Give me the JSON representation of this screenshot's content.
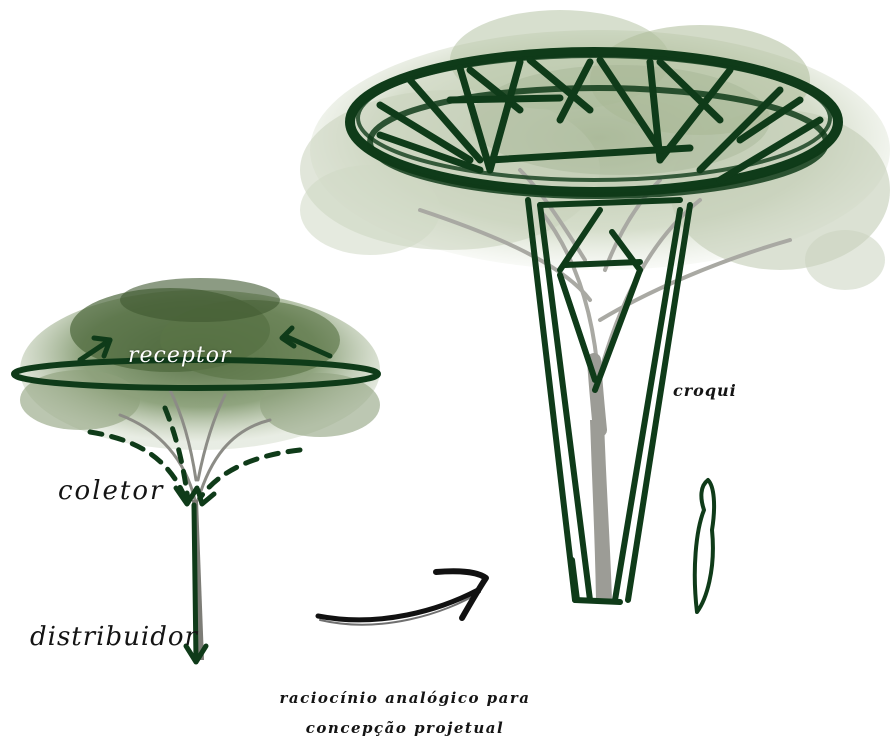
{
  "labels": {
    "receptor": "receptor",
    "coletor": "coletor",
    "distribuidor": "distribuidor",
    "croqui": "croqui"
  },
  "caption": {
    "line1": "raciocínio analógico para",
    "line2": "concepção projetual"
  },
  "colors": {
    "sketch_green": "#0f3b19",
    "foliage_light": "#b9c7a8",
    "foliage_dark": "#5f7a4c",
    "trunk": "#9b9b95",
    "arrow_black": "#111111"
  }
}
